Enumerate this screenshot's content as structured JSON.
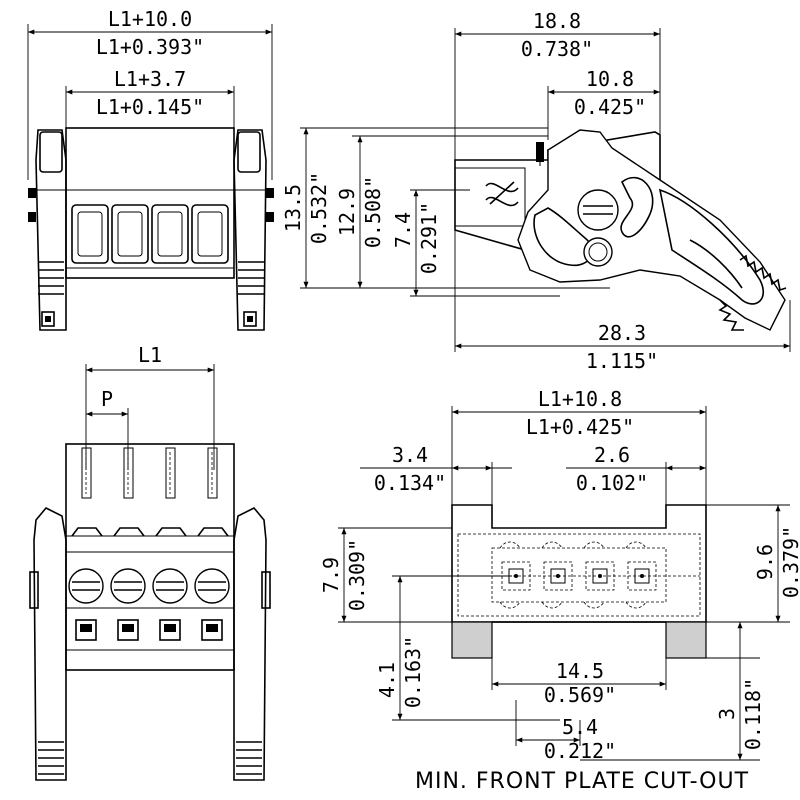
{
  "top_left": {
    "overall_metric": "L1+10.0",
    "overall_inch": "L1+0.393\"",
    "inner_metric": "L1+3.7",
    "inner_inch": "L1+0.145\""
  },
  "top_right": {
    "width_metric": "18.8",
    "width_inch": "0.738\"",
    "offset_metric": "10.8",
    "offset_inch": "0.425\"",
    "height_a_metric": "13.5",
    "height_a_inch": "0.532\"",
    "height_b_metric": "12.9",
    "height_b_inch": "0.508\"",
    "height_c_metric": "7.4",
    "height_c_inch": "0.291\"",
    "length_metric": "28.3",
    "length_inch": "1.115\""
  },
  "bottom_left": {
    "pitch_total": "L1",
    "pitch": "P"
  },
  "cutout": {
    "width_metric": "L1+10.8",
    "width_inch": "L1+0.425\"",
    "left_step_metric": "3.4",
    "left_step_inch": "0.134\"",
    "right_step_metric": "2.6",
    "right_step_inch": "0.102\"",
    "height_metric": "9.6",
    "height_inch": "0.379\"",
    "slot_metric": "7.9",
    "slot_inch": "0.309\"",
    "lower_metric": "4.1",
    "lower_inch": "0.163\"",
    "base_width_metric": "14.5",
    "base_width_inch": "0.569\"",
    "base_step_metric": "5.4",
    "base_step_inch": "0.212\"",
    "foot_metric": "3",
    "foot_inch": "0.118\"",
    "caption": "MIN. FRONT PLATE CUT-OUT"
  }
}
